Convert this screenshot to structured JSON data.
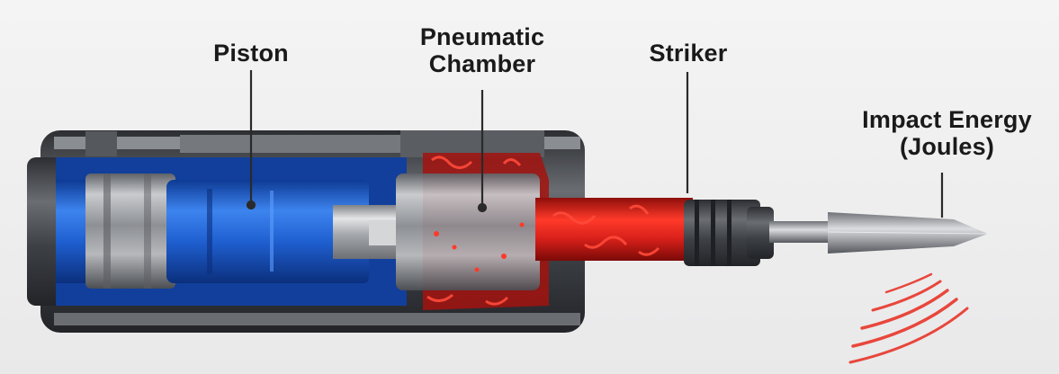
{
  "labels": {
    "piston": "Piston",
    "chamber": [
      "Pneumatic",
      "Chamber"
    ],
    "striker": "Striker",
    "impact": [
      "Impact Energy",
      "(Joules)"
    ]
  },
  "colors": {
    "piston_blue": "#1f5fd0",
    "chamber_red": "#d8201a",
    "steel": "#a7a9ad",
    "housing_dark": "#4a4d52",
    "wave_red": "#e8362a"
  },
  "icons": {
    "impact_waves": "wave-arcs"
  }
}
